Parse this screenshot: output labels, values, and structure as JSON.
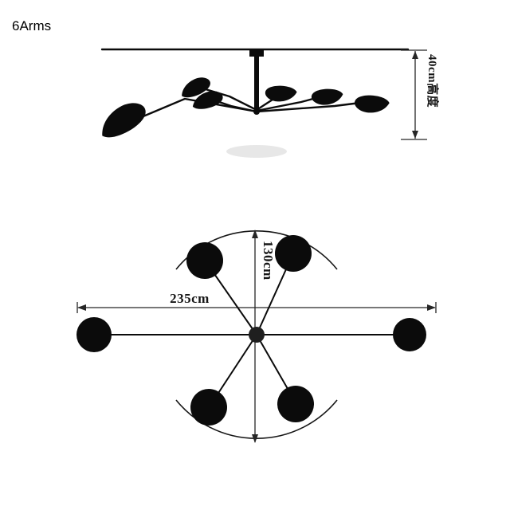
{
  "colors": {
    "background": "#ffffff",
    "ink": "#0b0b0b",
    "dimension_line": "#262626",
    "shadow": "#c9c9c9"
  },
  "title": {
    "label": "6Arms"
  },
  "side_view": {
    "height_label": "40cm高度"
  },
  "top_view": {
    "width_label": "235cm",
    "depth_label": "130cm"
  }
}
